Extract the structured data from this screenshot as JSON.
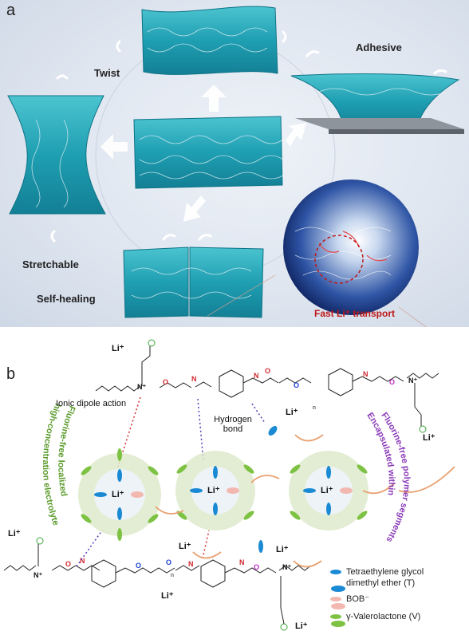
{
  "panel_a": {
    "label": "a",
    "states": {
      "twist": "Twist",
      "adhesive": "Adhesive",
      "stretchable": "Stretchable",
      "self_healing": "Self-healing"
    },
    "transport_label": "Fast Li⁺ transport"
  },
  "panel_b": {
    "label": "b",
    "ionic_dipole": "Ionic dipole action",
    "hydrogen_bond": "Hydrogen bond",
    "left_arc_line1": "Fluorine-free localized",
    "left_arc_line2": "high-concentration electrolyte",
    "right_arc_line1": "Fluorine-free polymer segments",
    "right_arc_line2": "Encapsulated within",
    "li_ion": "Li⁺",
    "n_plus": "N⁺",
    "subscript_n": "n",
    "legend": [
      {
        "text_line1": "Tetraethylene glycol",
        "text_line2": "dimethyl ether (T)",
        "color": "#1a8ad4"
      },
      {
        "text_line1": "BOB⁻",
        "text_line2": "",
        "color": "#f2b8b0"
      },
      {
        "text_line1": "γ-Valerolactone (V)",
        "text_line2": "",
        "color": "#7dc242"
      }
    ]
  },
  "colors": {
    "gel": "#2aa8b8",
    "red_bond": "#d0282e",
    "blue_bond": "#1a3fd8",
    "magenta": "#c02bc8",
    "green_sulfo": "#3aa53a",
    "orange_arrow": "#e8a070",
    "green_arc": "#5a9a2a",
    "purple_arc": "#8a3ab8"
  }
}
